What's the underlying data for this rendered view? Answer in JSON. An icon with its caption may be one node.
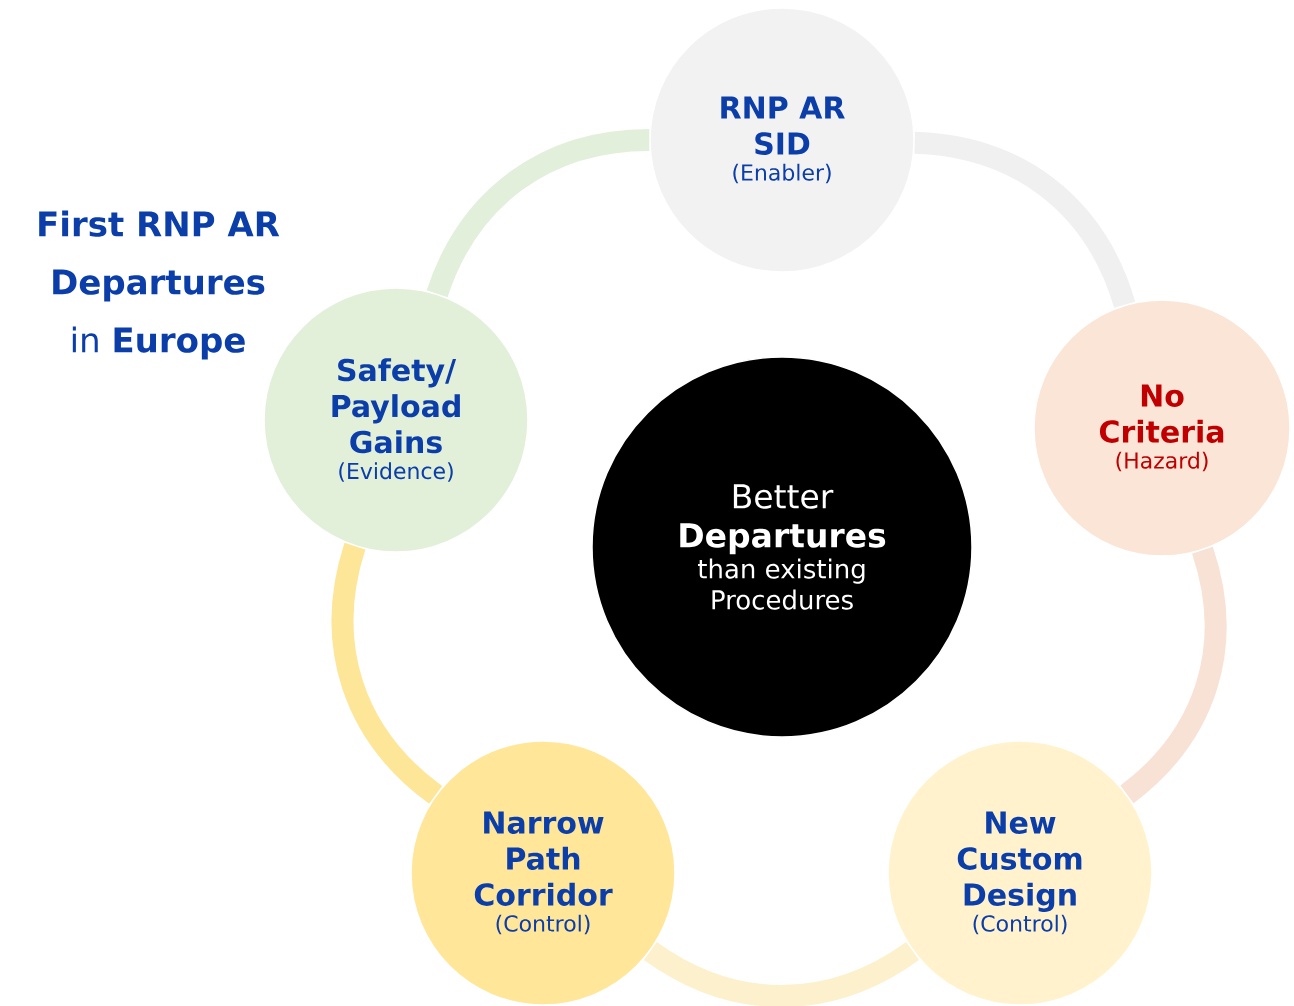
{
  "diagram": {
    "title": "**First RNP AR Departures** in **Europe**",
    "nodes": [
      {
        "text": [
          "Better",
          "Departures",
          "than existing Procedures"
        ]
      },
      {
        "text": [
          "RNP AR SID",
          "(Enabler)"
        ]
      },
      {
        "text": [
          "No Criteria",
          "(Hazard)"
        ]
      },
      {
        "text": [
          "New Custom Design",
          "(Control)"
        ]
      },
      {
        "text": [
          "Narrow Path Corridor",
          "(Control)"
        ]
      },
      {
        "text": [
          "Safety/ Payload Gains",
          "(Evidence)"
        ]
      }
    ],
    "edges": [
      {
        "from": 1,
        "to": 2,
        "arrow": "none",
        "color": "#f0f0f0"
      },
      {
        "from": 2,
        "to": 3,
        "arrow": "none",
        "color": "#f8e2d6"
      },
      {
        "from": 3,
        "to": 4,
        "arrow": "none",
        "color": "#fdf0cc"
      },
      {
        "from": 4,
        "to": 5,
        "arrow": "none",
        "color": "#fee699"
      },
      {
        "from": 5,
        "to": 1,
        "arrow": "none",
        "color": "#e2efda"
      }
    ]
  }
}
